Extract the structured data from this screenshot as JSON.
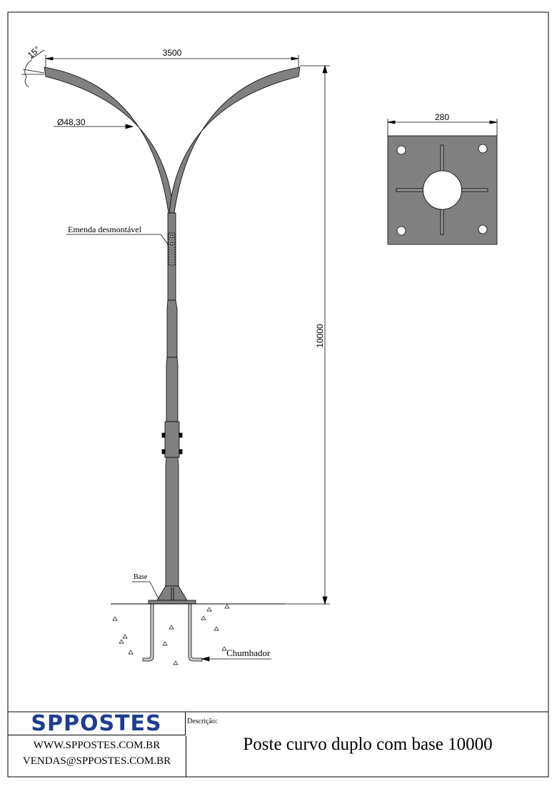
{
  "drawing": {
    "dim_width": "3500",
    "dim_height": "10000",
    "dim_angle": "15°",
    "dim_diameter": "Ø48,30",
    "label_joint": "Emenda desmontável",
    "label_base": "Base",
    "label_anchor": "Chumbador",
    "plate_dim": "280"
  },
  "title_block": {
    "logo_text": "SPPOSTES",
    "website": "WWW.SPPOSTES.COM.BR",
    "email": "VENDAS@SPPOSTES.COM.BR",
    "description_label": "Descrição:",
    "description": "Poste  curvo duplo com base 10000"
  },
  "colors": {
    "steel": "#808080",
    "brand": "#1d3d8f"
  }
}
